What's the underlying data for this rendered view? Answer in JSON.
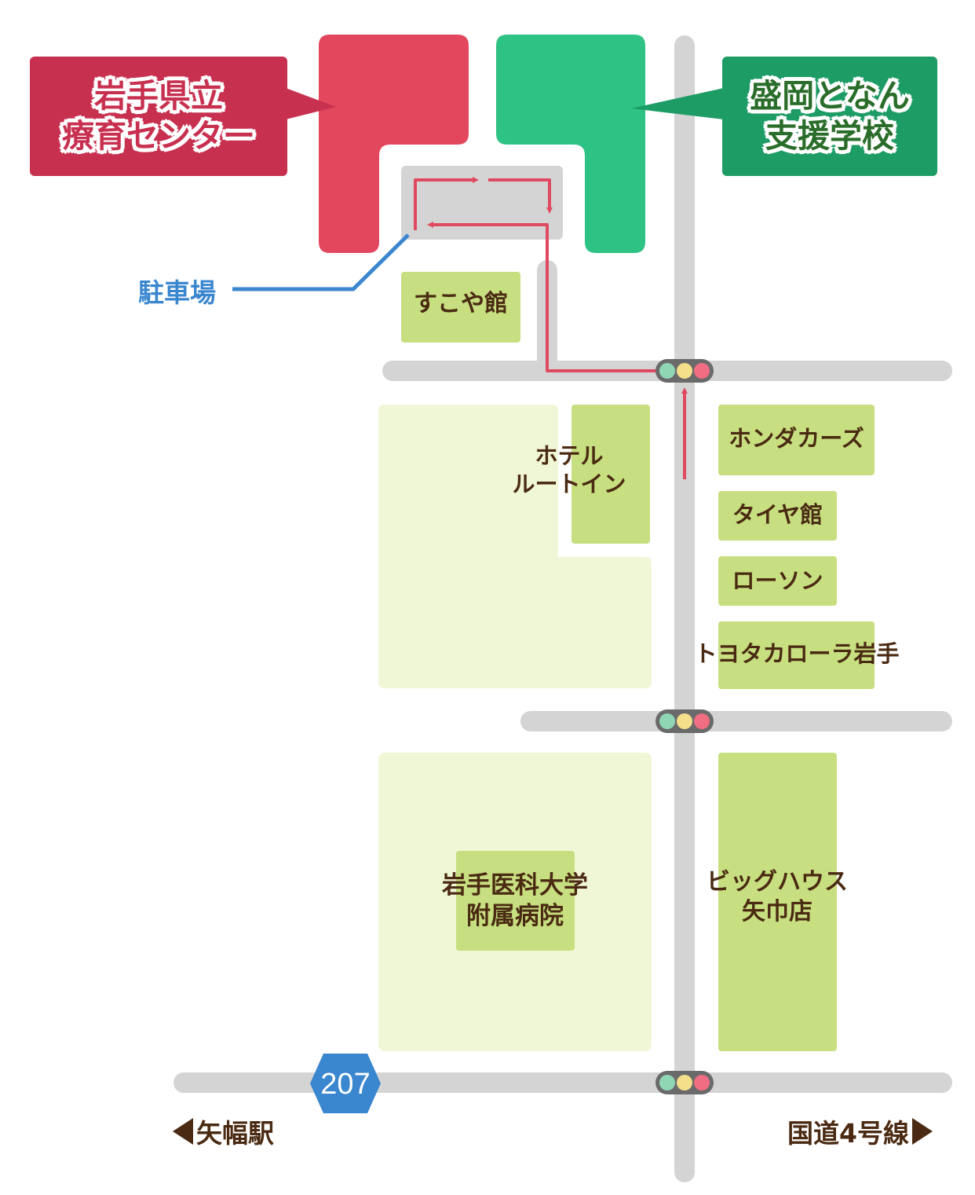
{
  "facility_red": {
    "line1": "岩手県立",
    "line2": "療育センター",
    "color": "#e3475e"
  },
  "facility_green": {
    "line1": "盛岡となん",
    "line2": "支援学校",
    "color": "#2ec385"
  },
  "parking": {
    "label": "駐車場",
    "color": "#3a86cf"
  },
  "landmarks": {
    "sukoyakan": "すこや館",
    "hotel_line1": "ホテル",
    "hotel_line2": "ルートイン",
    "honda": "ホンダカーズ",
    "taiyakan": "タイヤ館",
    "lawson": "ローソン",
    "toyota": "トヨタカローラ岩手",
    "hospital_line1": "岩手医科大学",
    "hospital_line2": "附属病院",
    "bighouse_line1": "ビッグハウス",
    "bighouse_line2": "矢巾店"
  },
  "route": {
    "number": "207",
    "color": "#3a86cf"
  },
  "directions": {
    "left": "矢幅駅",
    "right": "国道4号線"
  },
  "colors": {
    "road": "#d4d4d4",
    "block_light": "#f0f7d6",
    "block_green": "#c7df80",
    "route_arrow": "#e04a60",
    "text": "#4a2a12",
    "signal_green": "#8fd6b4",
    "signal_yellow": "#f4e08a",
    "signal_red": "#f06d82"
  }
}
